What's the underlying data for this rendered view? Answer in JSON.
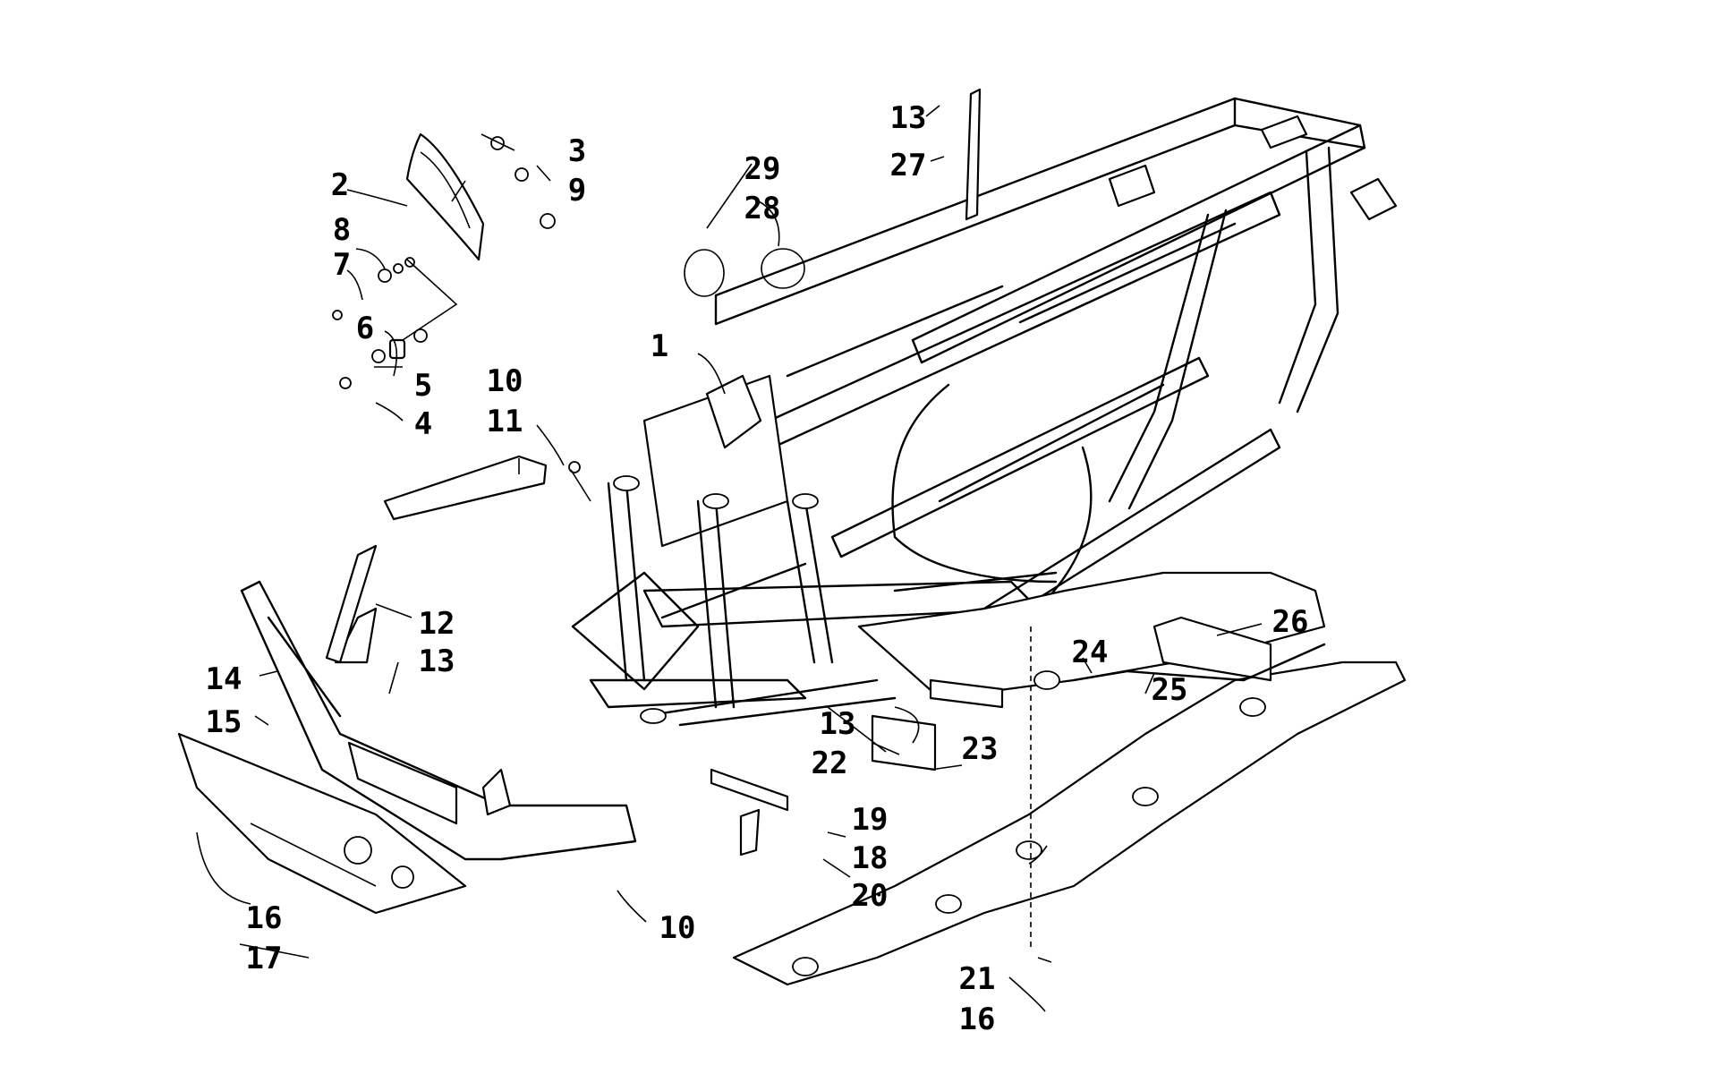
{
  "callouts": [
    {
      "id": "c1",
      "text": "1"
    },
    {
      "id": "c2",
      "text": "2"
    },
    {
      "id": "c3",
      "text": "3"
    },
    {
      "id": "c4",
      "text": "4"
    },
    {
      "id": "c5",
      "text": "5"
    },
    {
      "id": "c6",
      "text": "6"
    },
    {
      "id": "c7",
      "text": "7"
    },
    {
      "id": "c8",
      "text": "8"
    },
    {
      "id": "c9",
      "text": "9"
    },
    {
      "id": "c10a",
      "text": "10"
    },
    {
      "id": "c10b",
      "text": "10"
    },
    {
      "id": "c11",
      "text": "11"
    },
    {
      "id": "c12",
      "text": "12"
    },
    {
      "id": "c13a",
      "text": "13"
    },
    {
      "id": "c13b",
      "text": "13"
    },
    {
      "id": "c13c",
      "text": "13"
    },
    {
      "id": "c14",
      "text": "14"
    },
    {
      "id": "c15",
      "text": "15"
    },
    {
      "id": "c16a",
      "text": "16"
    },
    {
      "id": "c16b",
      "text": "16"
    },
    {
      "id": "c17",
      "text": "17"
    },
    {
      "id": "c18",
      "text": "18"
    },
    {
      "id": "c19",
      "text": "19"
    },
    {
      "id": "c20",
      "text": "20"
    },
    {
      "id": "c21",
      "text": "21"
    },
    {
      "id": "c22",
      "text": "22"
    },
    {
      "id": "c23",
      "text": "23"
    },
    {
      "id": "c24",
      "text": "24"
    },
    {
      "id": "c25",
      "text": "25"
    },
    {
      "id": "c26",
      "text": "26"
    },
    {
      "id": "c27",
      "text": "27"
    },
    {
      "id": "c28",
      "text": "28"
    },
    {
      "id": "c29",
      "text": "29"
    }
  ]
}
